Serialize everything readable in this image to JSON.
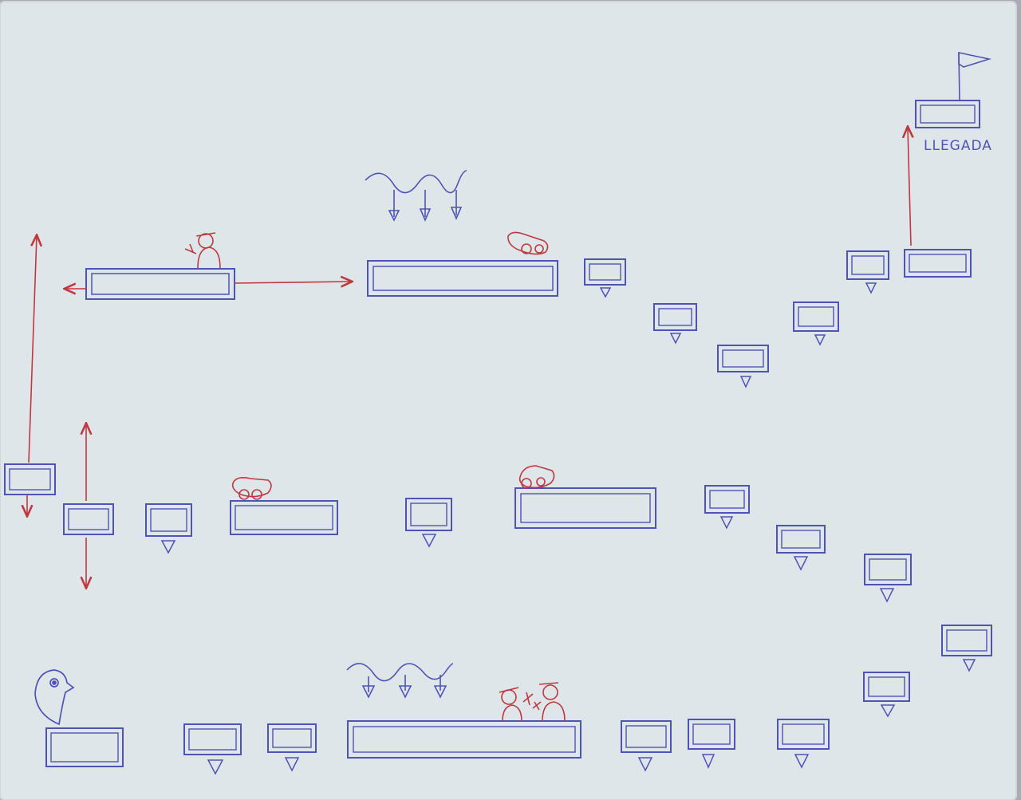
{
  "sketch": {
    "goal_label": "LLEGADA"
  },
  "colors": {
    "paper": "#dfe6ea",
    "paper_edge": "#cfd6dc",
    "table": "#a9acb3",
    "ink_blue": "#4e53b6",
    "ink_red": "#c0383f"
  },
  "elements": {
    "platforms": "platform",
    "falling_platforms": "falling-platform",
    "spike_markers": "spike-marker-icon",
    "cannons": "cannon-icon",
    "enemies": "enemy-character-icon",
    "player": "player-bird-icon",
    "goal": "goal-flag-icon",
    "wave_hazards": "wave-hazard-icon",
    "movement_arrows": "movement-arrow"
  }
}
